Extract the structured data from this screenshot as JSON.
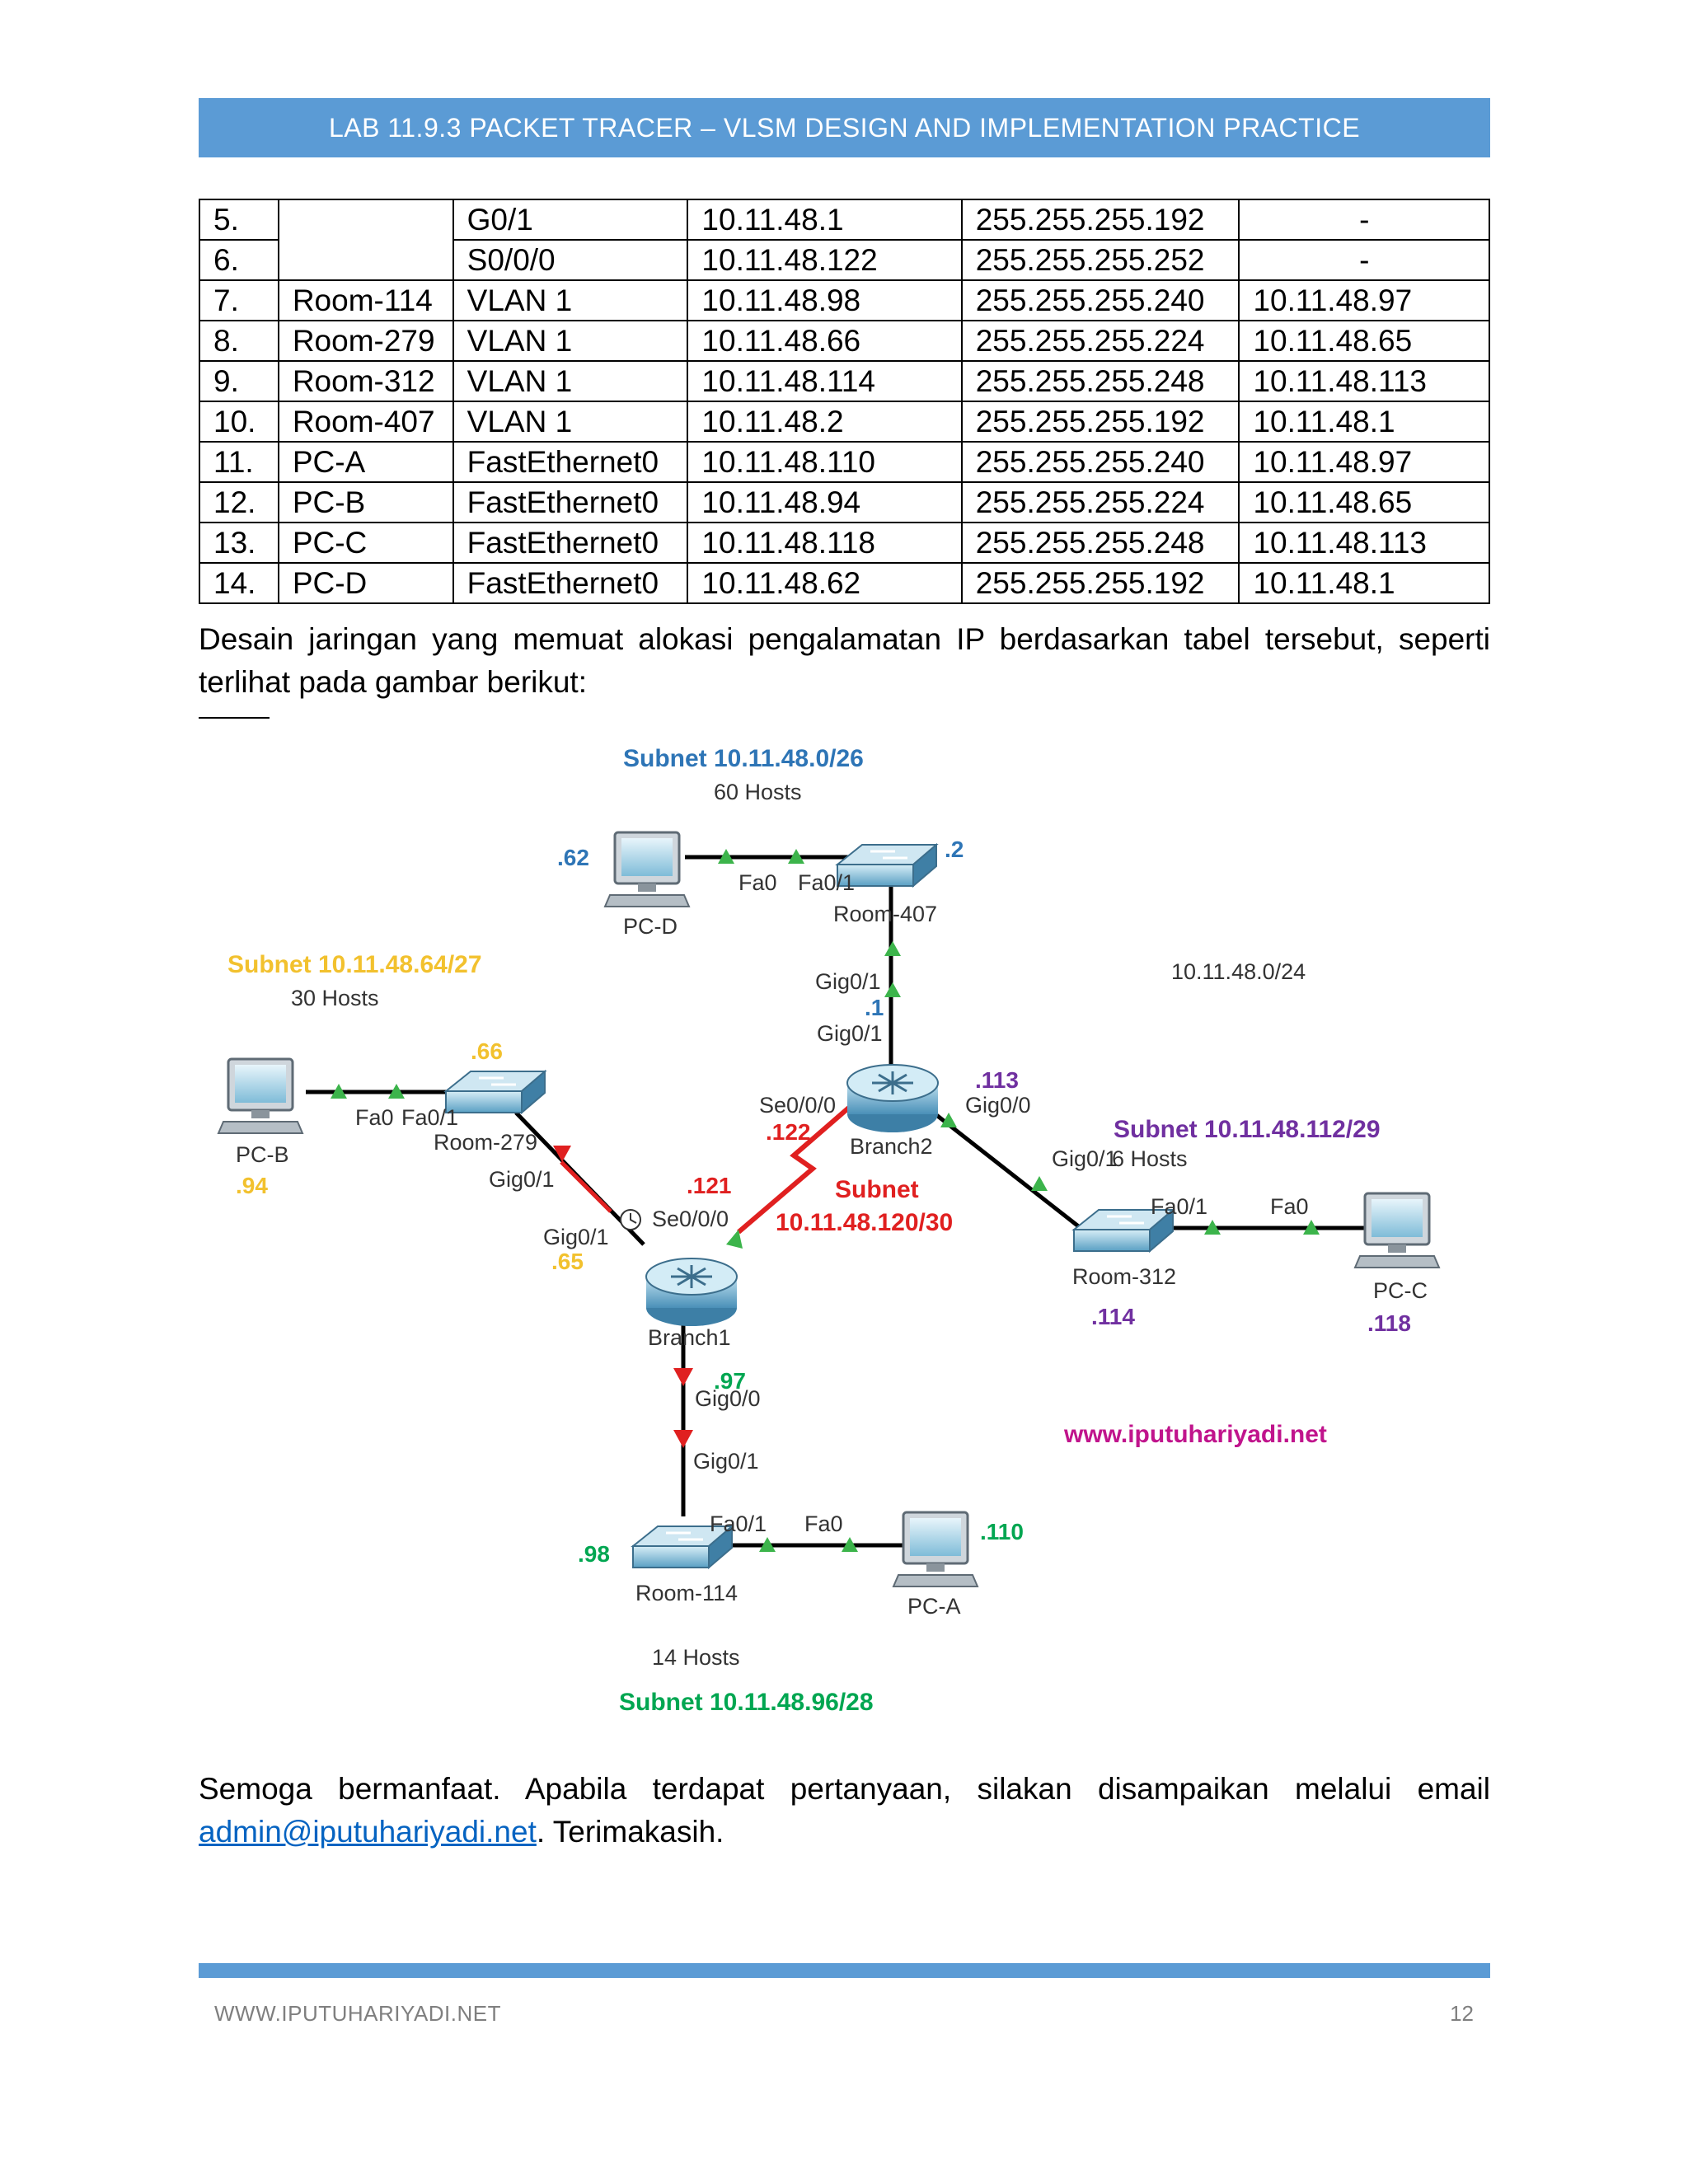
{
  "header": {
    "title": "LAB 11.9.3 PACKET TRACER – VLSM DESIGN AND IMPLEMENTATION PRACTICE"
  },
  "table": {
    "rows": [
      {
        "no": "5.",
        "device": "",
        "interface": "G0/1",
        "ip": "10.11.48.1",
        "mask": "255.255.255.192",
        "gateway": "-"
      },
      {
        "no": "6.",
        "device": "",
        "interface": "S0/0/0",
        "ip": "10.11.48.122",
        "mask": "255.255.255.252",
        "gateway": "-"
      },
      {
        "no": "7.",
        "device": "Room-114",
        "interface": "VLAN 1",
        "ip": "10.11.48.98",
        "mask": "255.255.255.240",
        "gateway": "10.11.48.97"
      },
      {
        "no": "8.",
        "device": "Room-279",
        "interface": "VLAN 1",
        "ip": "10.11.48.66",
        "mask": "255.255.255.224",
        "gateway": "10.11.48.65"
      },
      {
        "no": "9.",
        "device": "Room-312",
        "interface": "VLAN 1",
        "ip": "10.11.48.114",
        "mask": "255.255.255.248",
        "gateway": "10.11.48.113"
      },
      {
        "no": "10.",
        "device": "Room-407",
        "interface": "VLAN 1",
        "ip": "10.11.48.2",
        "mask": "255.255.255.192",
        "gateway": "10.11.48.1"
      },
      {
        "no": "11.",
        "device": "PC-A",
        "interface": "FastEthernet0",
        "ip": "10.11.48.110",
        "mask": "255.255.255.240",
        "gateway": "10.11.48.97"
      },
      {
        "no": "12.",
        "device": "PC-B",
        "interface": "FastEthernet0",
        "ip": "10.11.48.94",
        "mask": "255.255.255.224",
        "gateway": "10.11.48.65"
      },
      {
        "no": "13.",
        "device": "PC-C",
        "interface": "FastEthernet0",
        "ip": "10.11.48.118",
        "mask": "255.255.255.248",
        "gateway": "10.11.48.113"
      },
      {
        "no": "14.",
        "device": "PC-D",
        "interface": "FastEthernet0",
        "ip": "10.11.48.62",
        "mask": "255.255.255.192",
        "gateway": "10.11.48.1"
      }
    ]
  },
  "intro_text": "Desain jaringan yang memuat alokasi pengalamatan IP berdasarkan tabel tersebut, seperti terlihat pada gambar berikut:",
  "diagram": {
    "subnet_d": "Subnet 10.11.48.0/26",
    "hosts_d": "60 Hosts",
    "subnet_b": "Subnet 10.11.48.64/27",
    "hosts_b": "30 Hosts",
    "subnet_c": "Subnet 10.11.48.112/29",
    "hosts_c": "6 Hosts",
    "subnet_a": "Subnet 10.11.48.96/28",
    "hosts_a": "14 Hosts",
    "subnet_serial_1": "Subnet",
    "subnet_serial_2": "10.11.48.120/30",
    "network": "10.11.48.0/24",
    "website": "www.iputuhariyadi.net",
    "pc_d": "PC-D",
    "pc_d_ip": ".62",
    "pc_b": "PC-B",
    "pc_b_ip": ".94",
    "pc_c": "PC-C",
    "pc_c_ip": ".118",
    "pc_a": "PC-A",
    "pc_a_ip": ".110",
    "sw_407": "Room-407",
    "sw_407_ip": ".2",
    "sw_279": "Room-279",
    "sw_279_ip": ".66",
    "sw_312": "Room-312",
    "sw_312_ip": ".114",
    "sw_114": "Room-114",
    "sw_114_ip": ".98",
    "router_1": "Branch1",
    "router_2": "Branch2",
    "fa0": "Fa0",
    "fa01": "Fa0/1",
    "gig01": "Gig0/1",
    "gig00": "Gig0/0",
    "se000": "Se0/0/0",
    "ip_dot1": ".1",
    "ip_122": ".122",
    "ip_121": ".121",
    "ip_113": ".113",
    "ip_65": ".65",
    "ip_97": ".97"
  },
  "closing": {
    "text_before": "Semoga bermanfaat. Apabila terdapat pertanyaan, silakan disampaikan melalui email ",
    "email": "admin@iputuhariyadi.net",
    "text_after": ". Terimakasih."
  },
  "footer": {
    "left": "WWW.IPUTUHARIYADI.NET",
    "page": "12"
  },
  "colors": {
    "accent": "#5b9bd5",
    "subnet_blue": "#2e75b6",
    "subnet_yellow": "#f2c12e",
    "subnet_purple": "#7030a0",
    "subnet_green": "#00a651",
    "serial_red": "#e02020",
    "website_pink": "#c0148c"
  }
}
